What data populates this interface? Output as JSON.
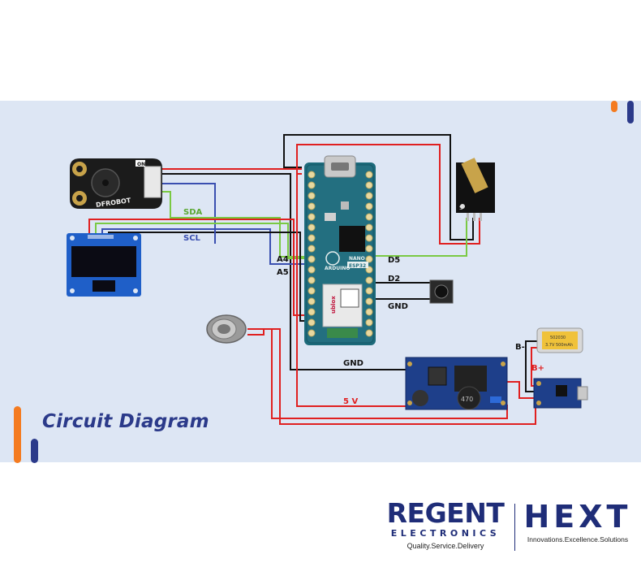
{
  "title": "Circuit Diagram",
  "labels": {
    "sda": "SDA",
    "scl": "SCL",
    "a4": "A4",
    "a5": "A5",
    "d5": "D5",
    "d2": "D2",
    "gnd_button": "GND",
    "gnd_bus": "GND",
    "five_v": "5 V",
    "b_minus": "B-",
    "b_plus": "B+"
  },
  "components": {
    "buzzer_brand": "DFROBOT",
    "buzzer_pin": "ON",
    "board_name": "ARDUINO",
    "board_nano": "NANO",
    "board_model": "ESP32",
    "module_brand": "ublox",
    "laser_pin": "S",
    "battery_line1": "502030",
    "battery_line2": "3.7V 500mAh",
    "inductor_value": "470"
  },
  "footer": {
    "brand1": "REGENT",
    "brand1_sub": "ELECTRONICS",
    "brand1_tag": "Quality.Service.Delivery",
    "brand2": "HEXT",
    "brand2_tag": "Innovations.Excellence.Solutions"
  },
  "colors": {
    "background_panel": "#dde6f4",
    "wire_red": "#e02020",
    "wire_black": "#111111",
    "wire_green": "#7ac943",
    "wire_blue": "#3a4fb0",
    "brand_blue": "#1f2d78",
    "accent_orange": "#f47b20"
  }
}
